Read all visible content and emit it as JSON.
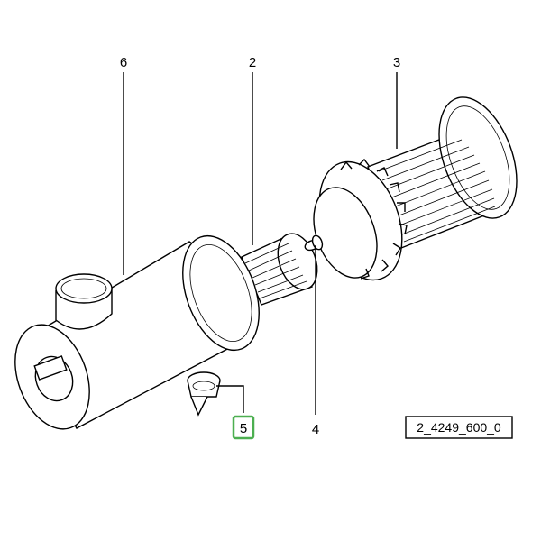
{
  "diagram": {
    "callouts": [
      {
        "id": "6",
        "label": "6"
      },
      {
        "id": "2",
        "label": "2"
      },
      {
        "id": "3",
        "label": "3"
      },
      {
        "id": "4",
        "label": "4"
      },
      {
        "id": "5",
        "label": "5"
      }
    ],
    "highlighted_callout": "5",
    "highlight_color": "#4caf50",
    "reference_code": "2_4249_600_0"
  }
}
